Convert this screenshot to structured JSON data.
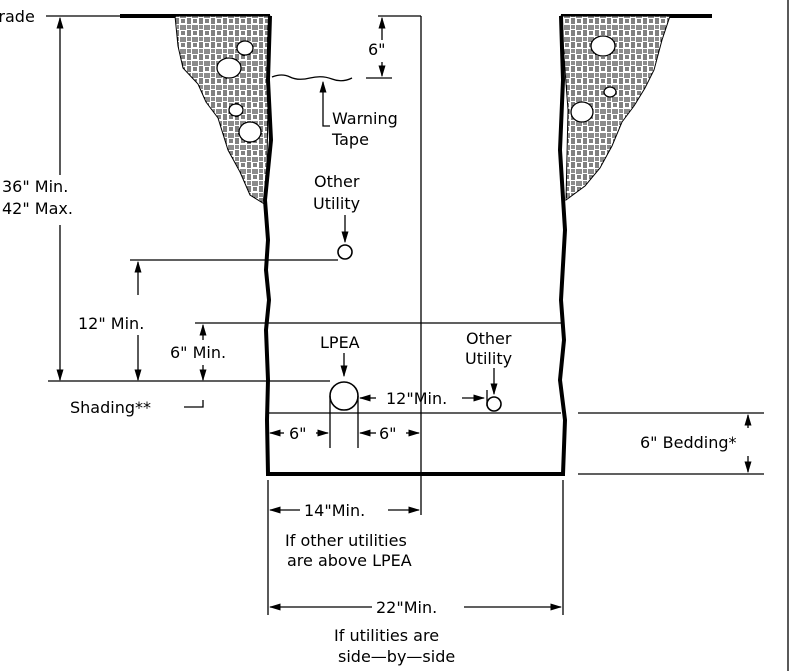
{
  "labels": {
    "grade": "Grade",
    "dim_6_top": "6\"",
    "warning_tape": [
      "Warning",
      "Tape"
    ],
    "cover_min": "36\"  Min.",
    "cover_max": "42\"  Max.",
    "other_utility_top": [
      "Other",
      "Utility"
    ],
    "sep_12_min": "12\"  Min.",
    "sep_6_min": "6\"  Min.",
    "lpea": "LPEA",
    "other_utility_side": [
      "Other",
      "Utility"
    ],
    "shading": "Shading**",
    "side_12_min": "12\"Min.",
    "six_left": "6\"",
    "six_right": "6\"",
    "bedding": "6\"  Bedding*",
    "width_14_min": "14\"Min.",
    "note_14": [
      "If  other  utilities",
      "are  above  LPEA"
    ],
    "width_22_min": "22\"Min.",
    "note_22": [
      "If  utilities  are",
      "side—by—side"
    ]
  }
}
